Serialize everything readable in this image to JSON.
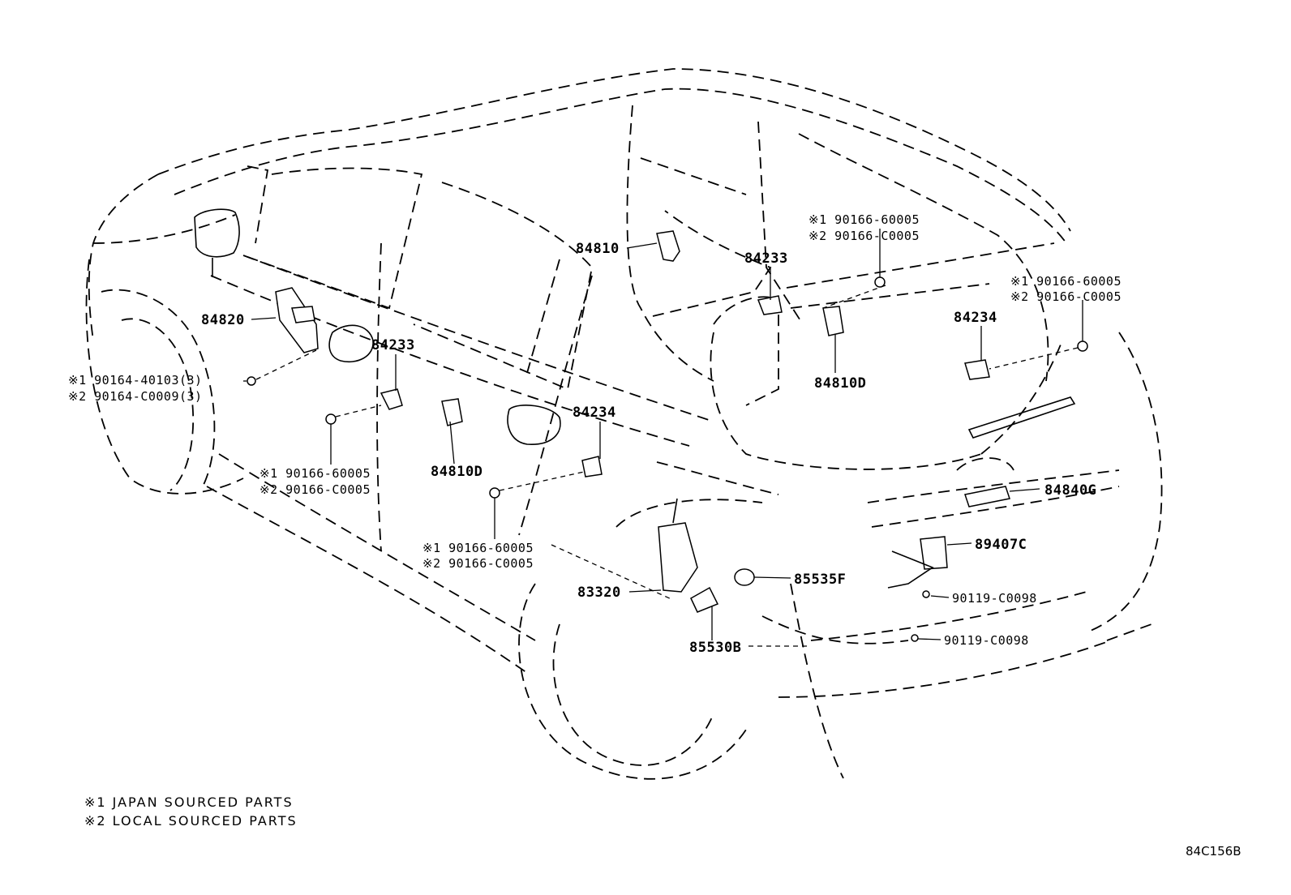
{
  "labels": {
    "l84820": "84820",
    "l84810": "84810",
    "l84233_a": "84233",
    "l84233_b": "84233",
    "l84234_a": "84234",
    "l84234_b": "84234",
    "l84810d_a": "84810D",
    "l84810d_b": "84810D",
    "l84840g": "84840G",
    "l89407c": "89407C",
    "l83320": "83320",
    "l85535f": "85535F",
    "l85530b": "85530B",
    "l90119_a": "90119-C0098",
    "l90119_b": "90119-C0098"
  },
  "refs": {
    "r1a_1": "※1 90166-60005",
    "r1a_2": "※2 90166-C0005",
    "r1b_1": "※1 90166-60005",
    "r1b_2": "※2 90166-C0005",
    "r1c_1": "※1 90166-60005",
    "r1c_2": "※2 90166-C0005",
    "r1d_1": "※1 90166-60005",
    "r1d_2": "※2 90166-C0005",
    "r2_1": "※1 90164-40103(3)",
    "r2_2": "※2 90164-C0009(3)"
  },
  "notes": {
    "n1": "※1 JAPAN SOURCED PARTS",
    "n2": "※2 LOCAL SOURCED PARTS"
  },
  "code": "84C156B"
}
